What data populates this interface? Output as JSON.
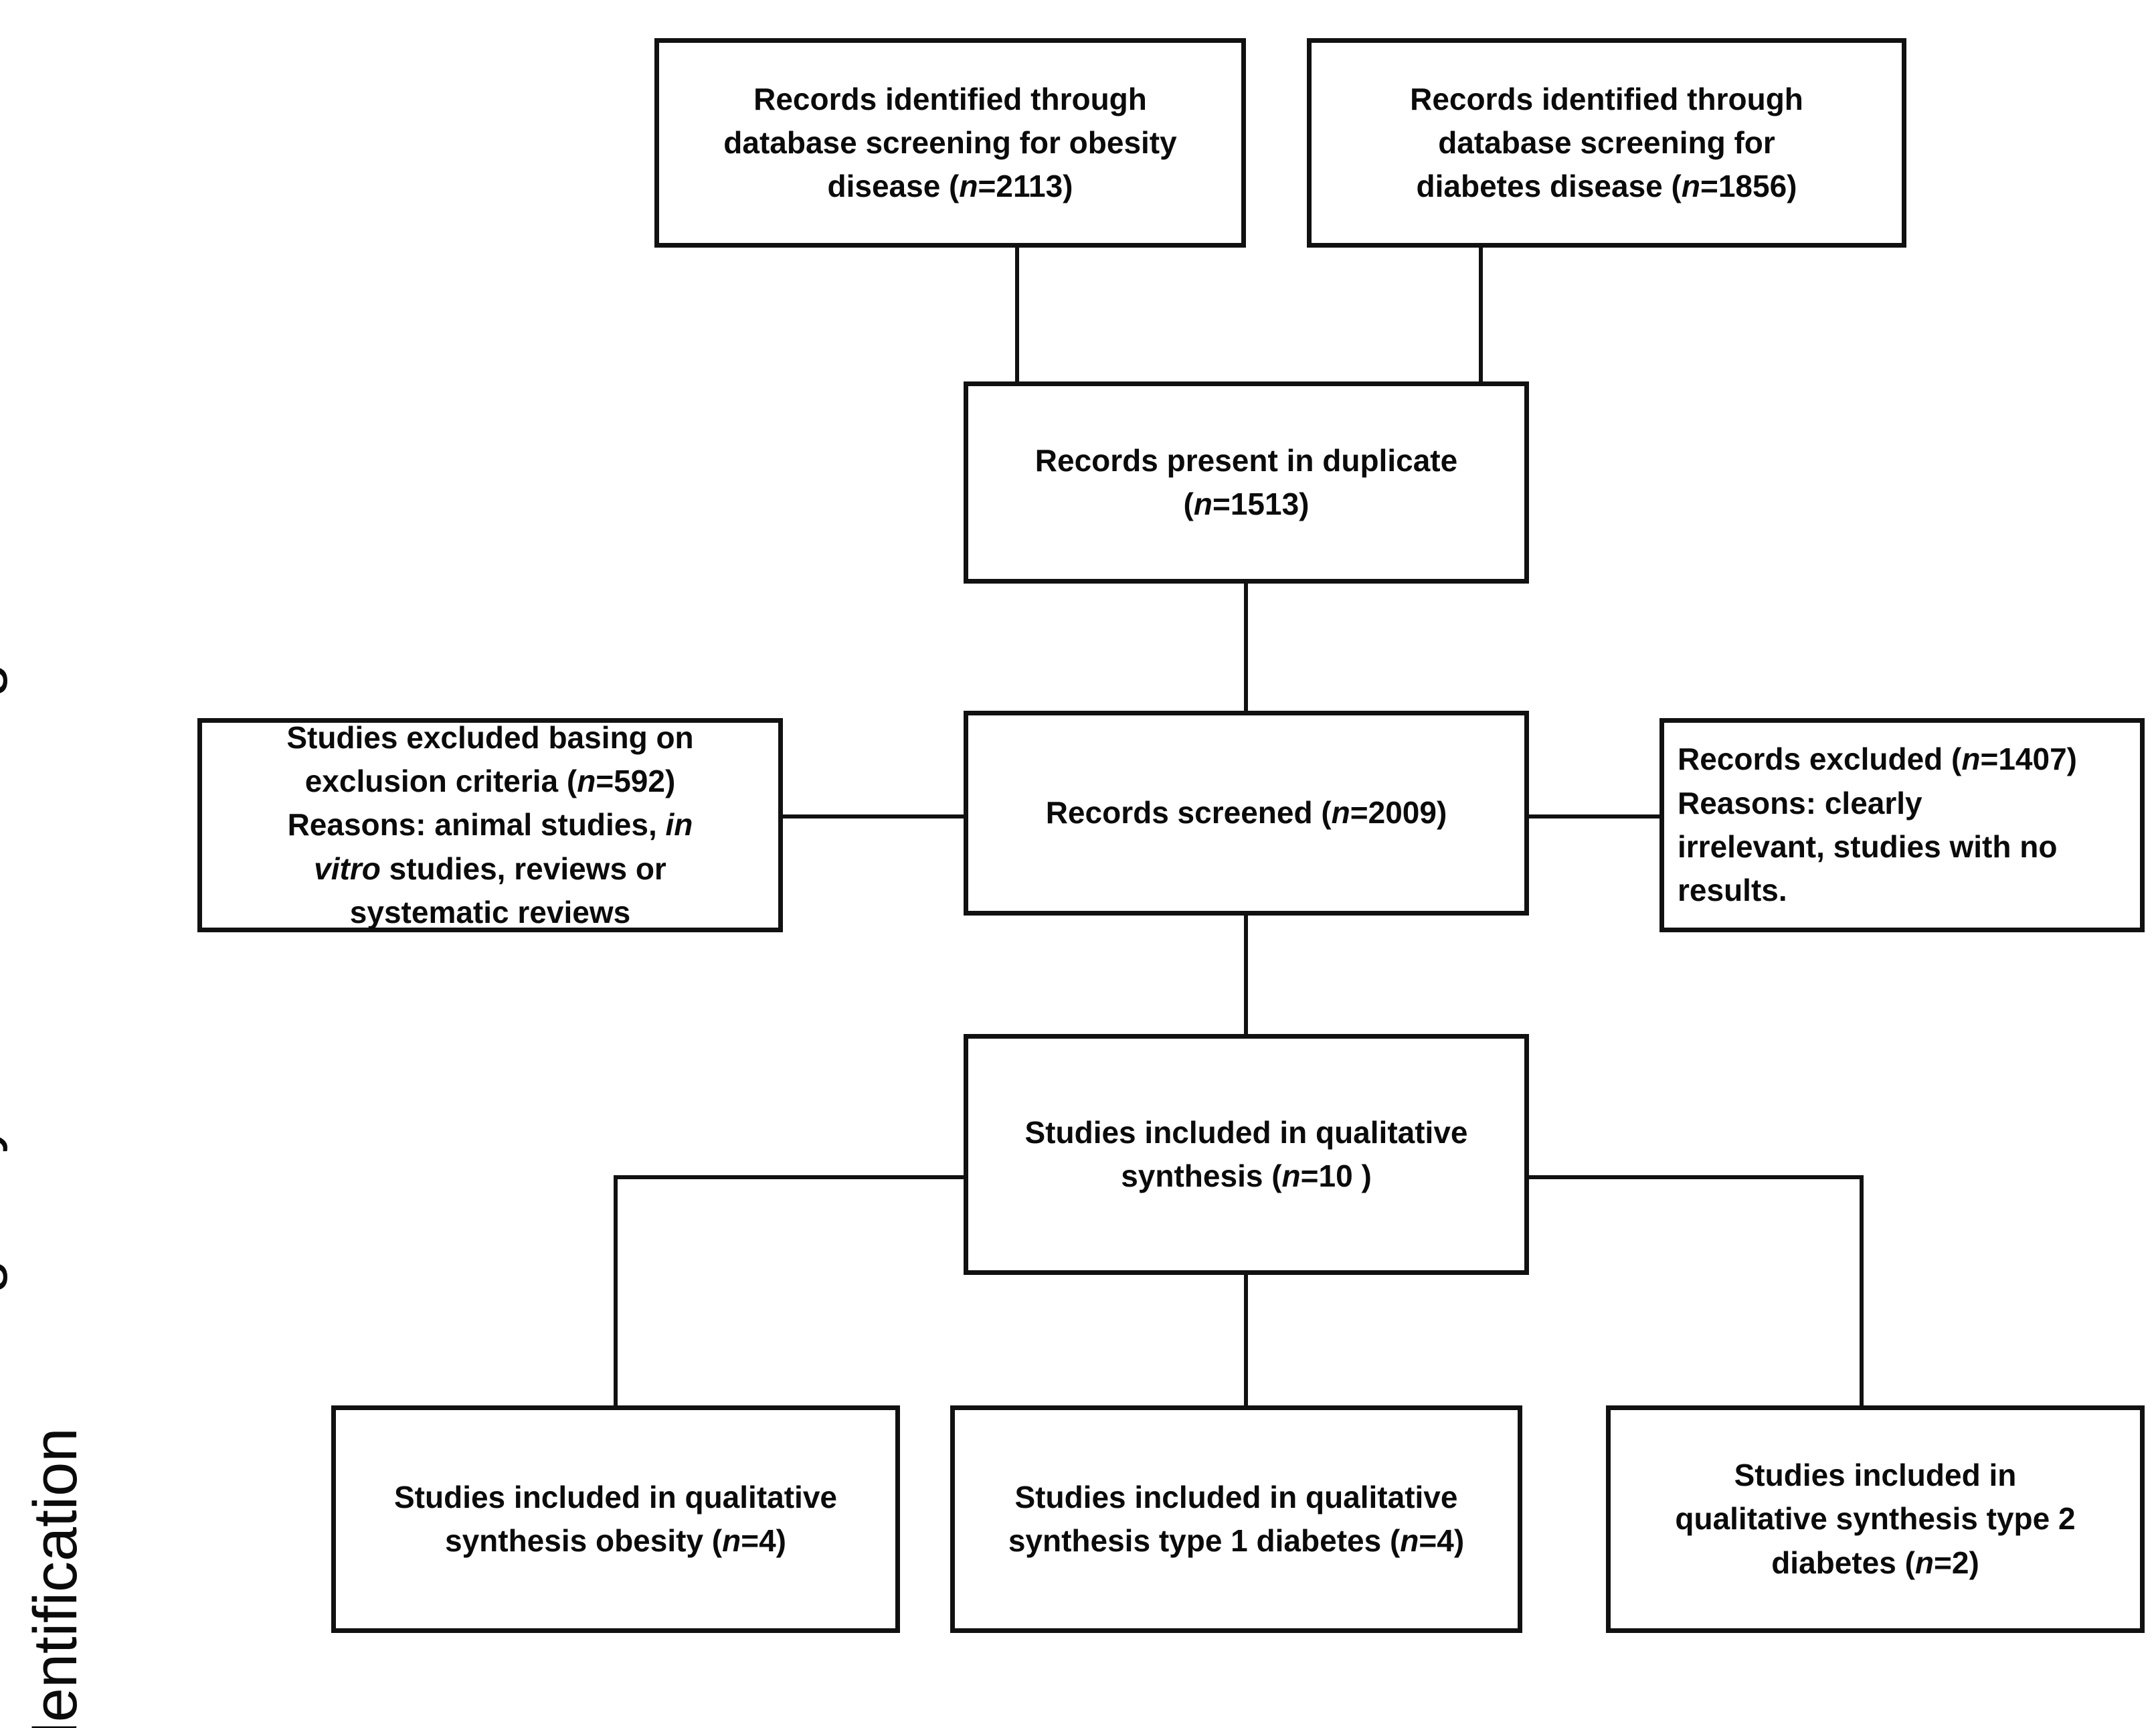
{
  "diagram": {
    "type": "prisma-flow-diagram",
    "stage_labels": [
      {
        "id": "screening",
        "text": "Screening"
      },
      {
        "id": "eligibility",
        "text": "Eligibility"
      },
      {
        "id": "inclusion",
        "text": "Inclusion"
      },
      {
        "id": "identification",
        "text": "Identification"
      }
    ],
    "boxes": {
      "identified_obesity": {
        "text": "Records identified through database screening for obesity disease (n=2113)",
        "line1": "Records identified through",
        "line2": "database screening for obesity",
        "line3": "disease (",
        "n_label": "n",
        "n_value": "=2113)",
        "count": 2113
      },
      "identified_diabetes": {
        "line1": "Records identified through",
        "line2": "database screening for",
        "line3": "diabetes disease (",
        "n_label": "n",
        "n_value": "=1856)",
        "count": 1856
      },
      "duplicates": {
        "line1": "Records present in duplicate",
        "line2": "(",
        "n_label": "n",
        "n_value": "=1513)",
        "count": 1513
      },
      "excluded_criteria": {
        "line1": "Studies excluded basing on",
        "line2a": "exclusion criteria (",
        "n_label": "n",
        "line2b": "=592)",
        "line3a": "Reasons: animal studies, ",
        "italic1": "in",
        "italic2": "vitro",
        "line4b": " studies, reviews or",
        "line5": "systematic reviews",
        "count": 592
      },
      "records_screened": {
        "text_a": "Records screened (",
        "n_label": "n",
        "text_b": "=2009)",
        "count": 2009
      },
      "records_excluded": {
        "line1a": "Records excluded (",
        "n_label": "n",
        "line1b": "=1407)",
        "line2": "Reasons: clearly",
        "line3": "irrelevant, studies with no",
        "line4": "results.",
        "count": 1407
      },
      "qualitative_synthesis": {
        "line1": "Studies included in qualitative",
        "line2a": "synthesis (",
        "n_label": "n",
        "line2b": "=10 )",
        "count": 10
      },
      "synthesis_obesity": {
        "line1": "Studies included in qualitative",
        "line2a": "synthesis obesity (",
        "n_label": "n",
        "line2b": "=4)",
        "count": 4
      },
      "synthesis_t1d": {
        "line1": "Studies included in qualitative",
        "line2a": "synthesis type 1 diabetes (",
        "n_label": "n",
        "line2b": "=4)",
        "count": 4
      },
      "synthesis_t2d": {
        "line1": "Studies included in",
        "line2": "qualitative synthesis type 2",
        "line3a": "diabetes (",
        "n_label": "n",
        "line3b": "=2)",
        "count": 2
      }
    },
    "colors": {
      "stroke": "#111111",
      "text": "#0b0b0b",
      "background": "#ffffff"
    }
  }
}
